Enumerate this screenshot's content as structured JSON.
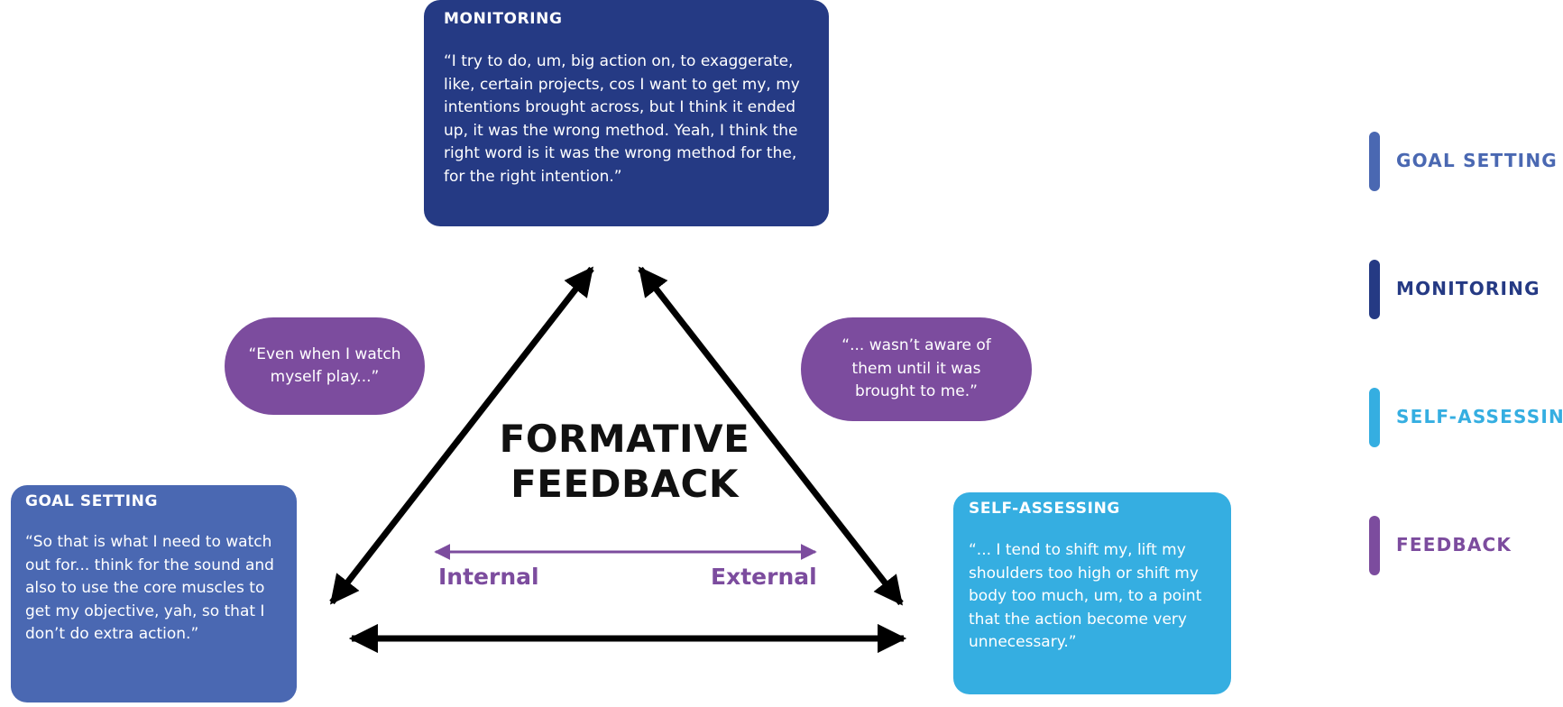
{
  "monitoring": {
    "title": "MONITORING",
    "quote": "“I try to do, um, big action on, to exaggerate, like, certain projects, cos I want to get my, my intentions brought across, but I think it ended up, it was the wrong method. Yeah, I think the right word is it was the wrong method for the, for the right intention.”",
    "color": "#253a84"
  },
  "goal_setting": {
    "title": "GOAL SETTING",
    "quote": "“So that is what I need to watch out for... think for the sound and also to use the core muscles to get my objective, yah, so that I don’t do extra action.”",
    "color": "#4a68b2"
  },
  "self_assessing": {
    "title": "SELF-ASSESSING",
    "quote": "“... I tend to shift my, lift my shoulders too high or shift my body too much, um, to a point that the action become very unnecessary.”",
    "color": "#35aee1"
  },
  "feedback_quotes": {
    "left": "“Even when I watch myself play...”",
    "right": "“... wasn’t aware of them until it was brought to me.”",
    "color": "#7c4c9e"
  },
  "center": {
    "title_line1": "FORMATIVE",
    "title_line2": "FEEDBACK",
    "internal_label": "Internal",
    "external_label": "External"
  },
  "legend": {
    "goal_setting": "GOAL SETTING",
    "monitoring": "MONITORING",
    "self_assessing": "SELF-ASSESSING",
    "feedback": "FEEDBACK",
    "colors": {
      "goal_setting": "#4a68b2",
      "monitoring": "#253a84",
      "self_assessing": "#35aee1",
      "feedback": "#7c4c9e"
    }
  }
}
